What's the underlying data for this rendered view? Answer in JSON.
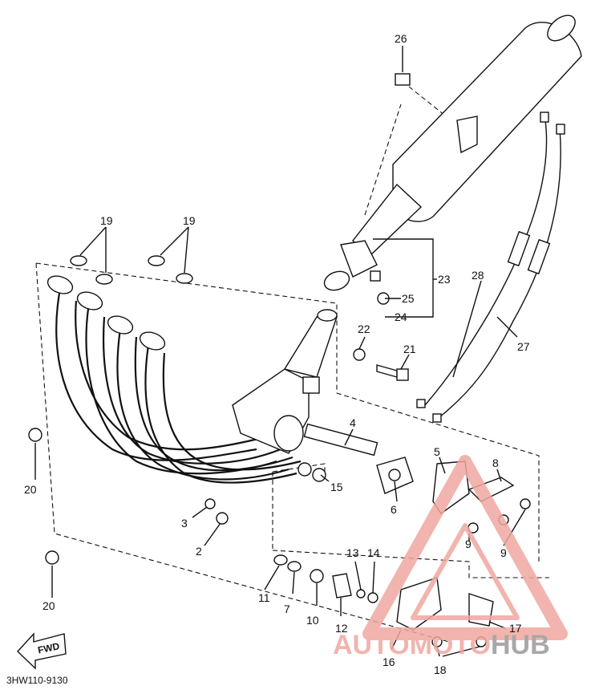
{
  "diagram": {
    "code": "3HW110-9130",
    "fwd_label": "FWD",
    "callouts": [
      "26",
      "19",
      "19",
      "23",
      "25",
      "24",
      "28",
      "27",
      "22",
      "21",
      "4",
      "5",
      "8",
      "15",
      "6",
      "9",
      "9",
      "20",
      "3",
      "2",
      "20",
      "13",
      "14",
      "11",
      "7",
      "10",
      "12",
      "17",
      "16",
      "18"
    ]
  },
  "watermark": {
    "text_part1": "AUTOMOTO",
    "text_part2": "HUB",
    "color_primary": "#f0a7a0",
    "color_secondary": "#9a9a9a"
  }
}
